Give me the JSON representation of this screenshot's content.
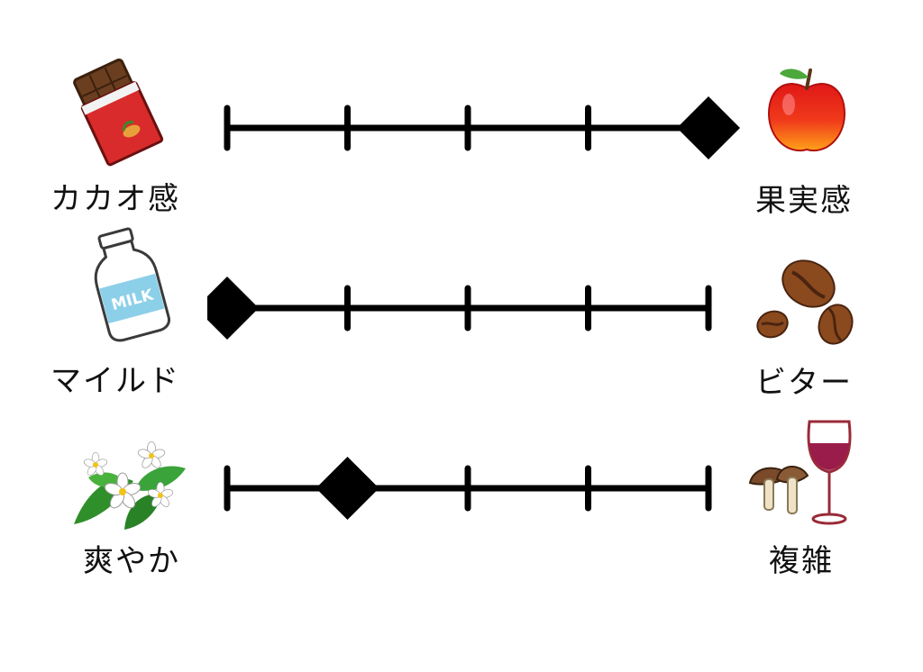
{
  "scales": [
    {
      "left_label": "カカオ感",
      "right_label": "果実感",
      "left_icon": "chocolate-bar-icon",
      "right_icon": "apple-icon",
      "steps": 5,
      "value": 5
    },
    {
      "left_label": "マイルド",
      "right_label": "ビター",
      "left_icon": "milk-bottle-icon",
      "right_icon": "coffee-beans-icon",
      "steps": 5,
      "value": 1
    },
    {
      "left_label": "爽やか",
      "right_label": "複雑",
      "left_icon": "white-flower-icon",
      "right_icon": "wine-mushroom-icon",
      "steps": 5,
      "value": 2
    }
  ],
  "icons": {
    "milk_text": "MILK"
  },
  "colors": {
    "line": "#000000",
    "marker": "#000000"
  }
}
